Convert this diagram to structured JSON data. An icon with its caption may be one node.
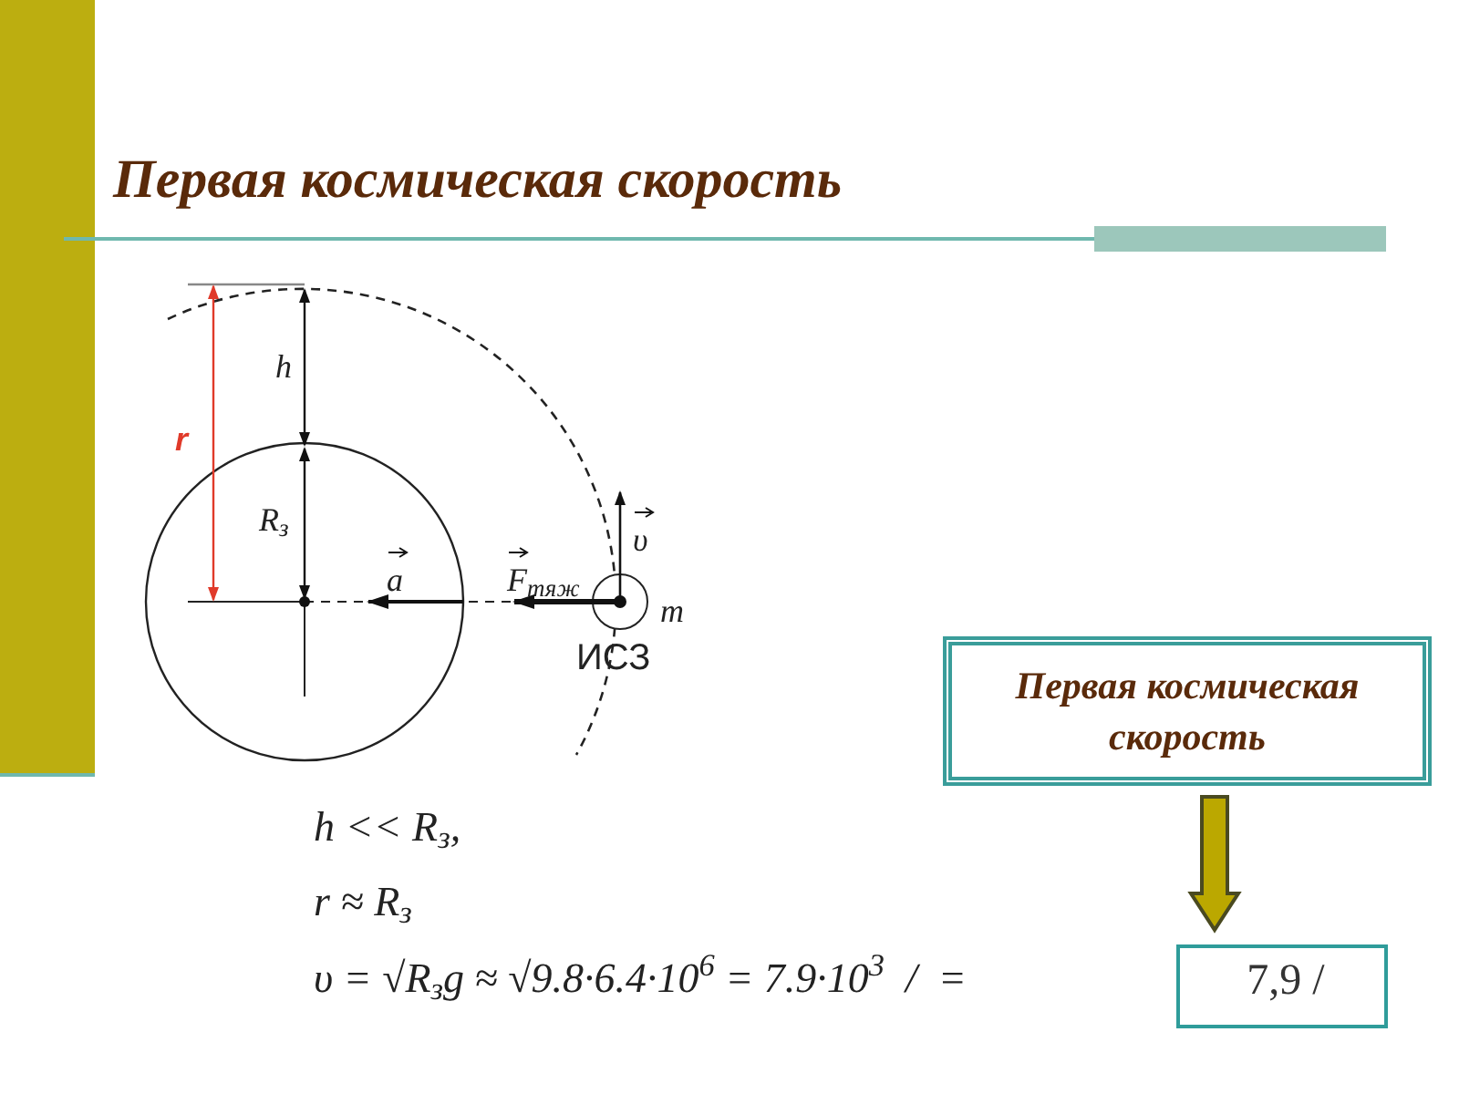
{
  "diagram": {
    "title": "Первая космическая скорость",
    "nodes": [
      {
        "text": [
          "Первая космическая скорость"
        ]
      },
      {
        "text": [
          "7,9 /"
        ]
      }
    ],
    "edges": [
      {
        "from": 0,
        "to": 1,
        "arrow": "to",
        "style": "thick",
        "color": "#bba800"
      }
    ],
    "labels": [
      "h",
      "r",
      "R$_{з}$",
      "a",
      "F$_{тяж}$",
      "υ",
      "m",
      "ИСЗ",
      "h << R$_{з}$,",
      "r ≈ R$_{з}$",
      "υ = √R$_{з}$g ≈ √9.8·6.4·10$^{6}$ = 7.9·10$^{3}$  /  ="
    ]
  }
}
